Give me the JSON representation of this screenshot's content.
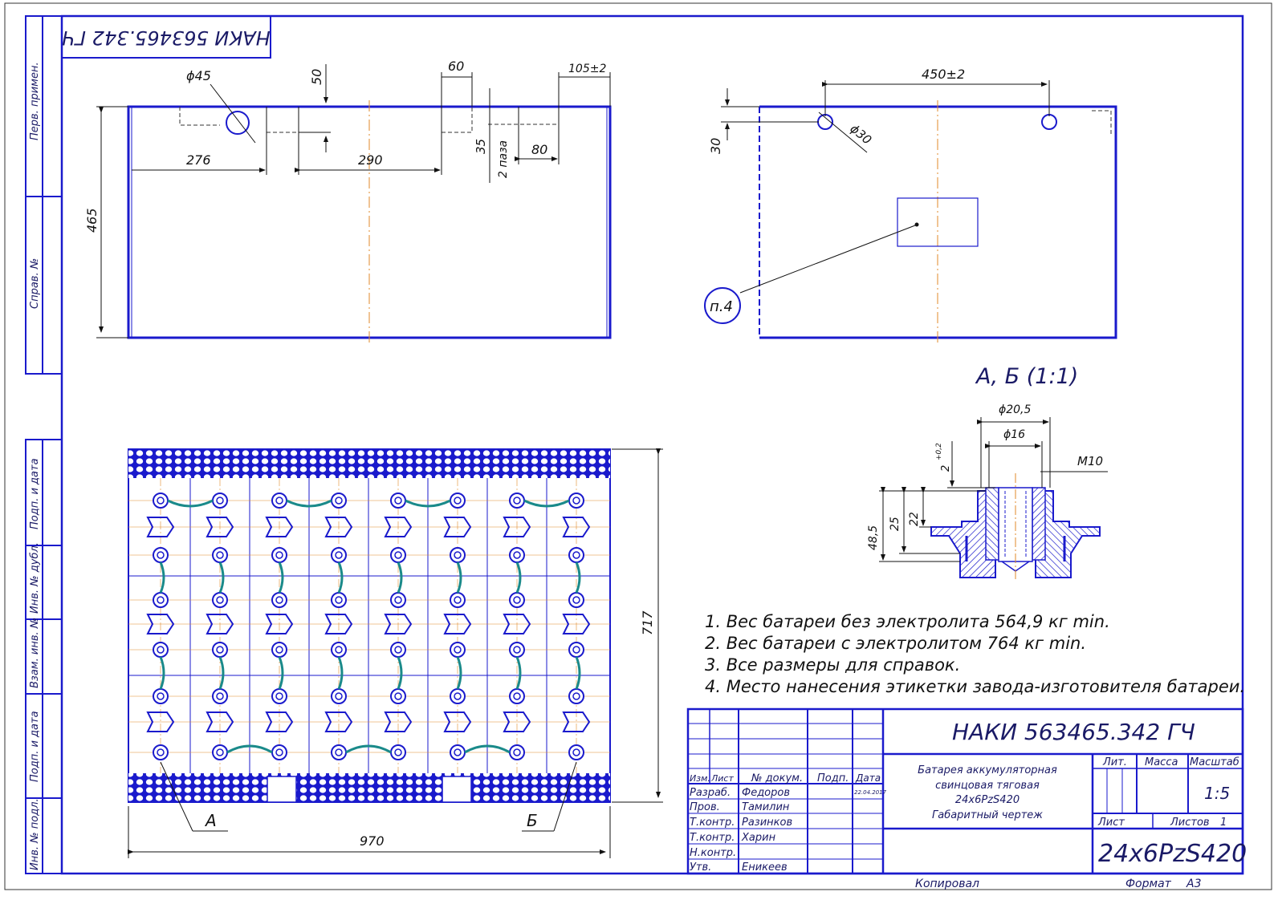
{
  "stamp_code": "НАКИ 563465.342 ГЧ",
  "side_column": [
    "Перв. примен.",
    "Справ. №",
    "Подп. и дата",
    "Инв. № дубл.",
    "Взам. инв. №",
    "Подп. и дата",
    "Инв. № подл."
  ],
  "top_left_dims": {
    "d45": "ϕ45",
    "d50": "50",
    "d60": "60",
    "d105": "105±2",
    "d276": "276",
    "d290": "290",
    "d35": "35",
    "grooves": "2 паза",
    "d80": "80",
    "d465": "465"
  },
  "top_right_dims": {
    "d450": "450±2",
    "d30v": "30",
    "d30": "ϕ30",
    "callout": "п.4"
  },
  "detail": {
    "title": "А, Б (1:1)",
    "d205": "ϕ20,5",
    "d16": "ϕ16",
    "m10": "М10",
    "two": "2",
    "tol": "+0,2",
    "d22": "22",
    "d25": "25",
    "d485": "48,5"
  },
  "plan_dims": {
    "width": "970",
    "height": "717",
    "mark_a": "А",
    "mark_b": "Б"
  },
  "notes": [
    "1. Вес батареи без электролита 564,9 кг min.",
    "2. Вес батареи с электролитом 764 кг min.",
    "3. Все размеры для справок.",
    "4. Место нанесения этикетки завода-изготовителя батареи."
  ],
  "title_block": {
    "code": "НАКИ 563465.342 ГЧ",
    "name_lines": [
      "Батарея аккумуляторная",
      "свинцовая тяговая",
      "24х6PzS420",
      "Габаритный чертеж"
    ],
    "designation": "24х6PzS420",
    "headers": {
      "izm": "Изм.",
      "list": "Лист",
      "doc": "№ докум.",
      "sign": "Подп.",
      "date": "Дата"
    },
    "roles": [
      {
        "role": "Разраб.",
        "name": "Федоров",
        "date": "22.04.2017"
      },
      {
        "role": "Пров.",
        "name": "Тамилин",
        "date": ""
      },
      {
        "role": "Т.контр.",
        "name": "Разинков",
        "date": ""
      },
      {
        "role": "Т.контр.",
        "name": "Харин",
        "date": ""
      },
      {
        "role": "Н.контр.",
        "name": "",
        "date": ""
      },
      {
        "role": "Утв.",
        "name": "Еникеев",
        "date": ""
      }
    ],
    "lit": "Лит.",
    "mass": "Масса",
    "scale_label": "Масштаб",
    "scale": "1:5",
    "sheet_label": "Лист",
    "sheets_label": "Листов",
    "sheets": "1",
    "copied": "Копировал",
    "format_label": "Формат",
    "format": "А3"
  },
  "colors": {
    "frame": "#1a1acc",
    "center": "#e08a2a",
    "link": "#1a8a8a",
    "text": "#1a1a66"
  }
}
